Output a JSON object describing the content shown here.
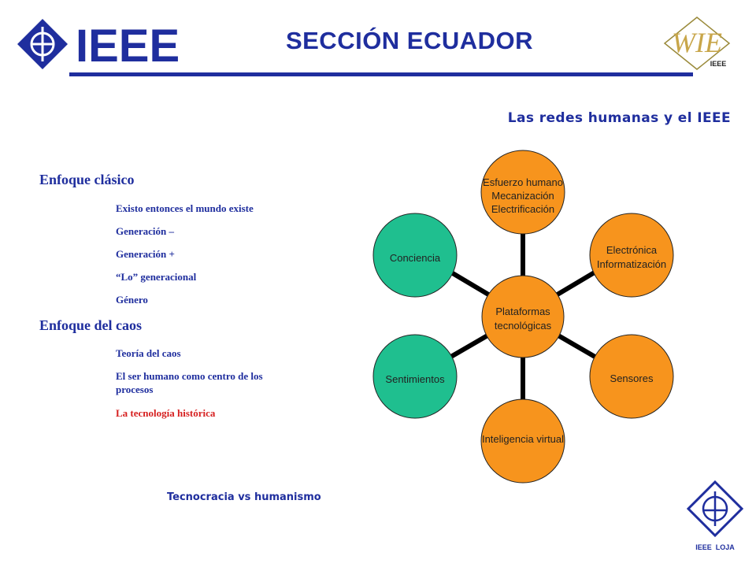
{
  "header": {
    "ieee_logo_text": "IEEE",
    "title": "SECCIÓN ECUADOR",
    "wie_logo_text": "WIE",
    "wie_logo_sub": "IEEE"
  },
  "subtitle": "Las redes humanas y el IEEE",
  "outline": {
    "section1": {
      "heading": "Enfoque clásico",
      "items": [
        "Existo entonces el mundo existe",
        "Generación –",
        "Generación +",
        "“Lo” generacional",
        "Género"
      ]
    },
    "section2": {
      "heading": "Enfoque del caos",
      "items": [
        "Teoría del caos",
        "El ser humano como centro de los",
        "procesos",
        "La tecnología histórica"
      ]
    }
  },
  "footer_text": "Tecnocracia vs humanismo",
  "diagram": {
    "center": {
      "lines": [
        "Plataformas",
        "tecnológicas"
      ]
    },
    "nodes": [
      {
        "id": "esfuerzo",
        "lines": [
          "Esfuerzo humano",
          "Mecanización",
          "Electrificación"
        ]
      },
      {
        "id": "electronica",
        "lines": [
          "Electrónica",
          "Informatización"
        ]
      },
      {
        "id": "sensores",
        "lines": [
          "Sensores"
        ]
      },
      {
        "id": "inteligencia",
        "lines": [
          "Inteligencia virtual"
        ]
      },
      {
        "id": "sentimientos",
        "lines": [
          "Sentimientos"
        ]
      },
      {
        "id": "conciencia",
        "lines": [
          "Conciencia"
        ]
      }
    ],
    "colors": {
      "orange": "#f7941d",
      "green": "#1fbf8f",
      "spoke": "#000000"
    }
  },
  "loja_logo_text": "IEEE  LOJA"
}
